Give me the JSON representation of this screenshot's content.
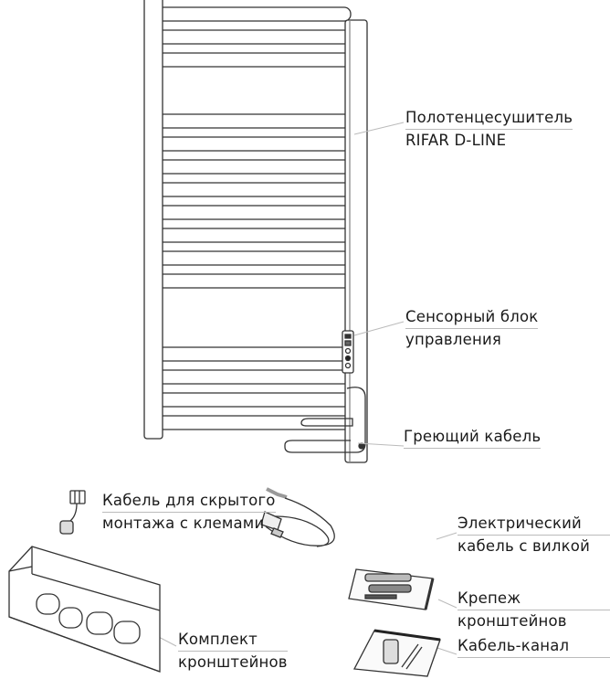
{
  "labels": {
    "towel_warmer": {
      "line1": "Полотенцесушитель",
      "line2": "RIFAR D-LINE"
    },
    "control_unit": {
      "line1": "Сенсорный блок",
      "line2": "управления"
    },
    "heating_cable": {
      "line1": "Греющий кабель"
    },
    "hidden_cable": {
      "line1": "Кабель для скрытого",
      "line2": "монтажа с клемами"
    },
    "electric_cable": {
      "line1": "Электрический",
      "line2": " кабель с вилкой"
    },
    "bracket_set": {
      "line1": "Комплект",
      "line2": "кронштейнов"
    },
    "fasteners": {
      "line1": "Крепеж",
      "line2": "кронштейнов"
    },
    "cable_channel": {
      "line1": "Кабель-канал"
    }
  }
}
